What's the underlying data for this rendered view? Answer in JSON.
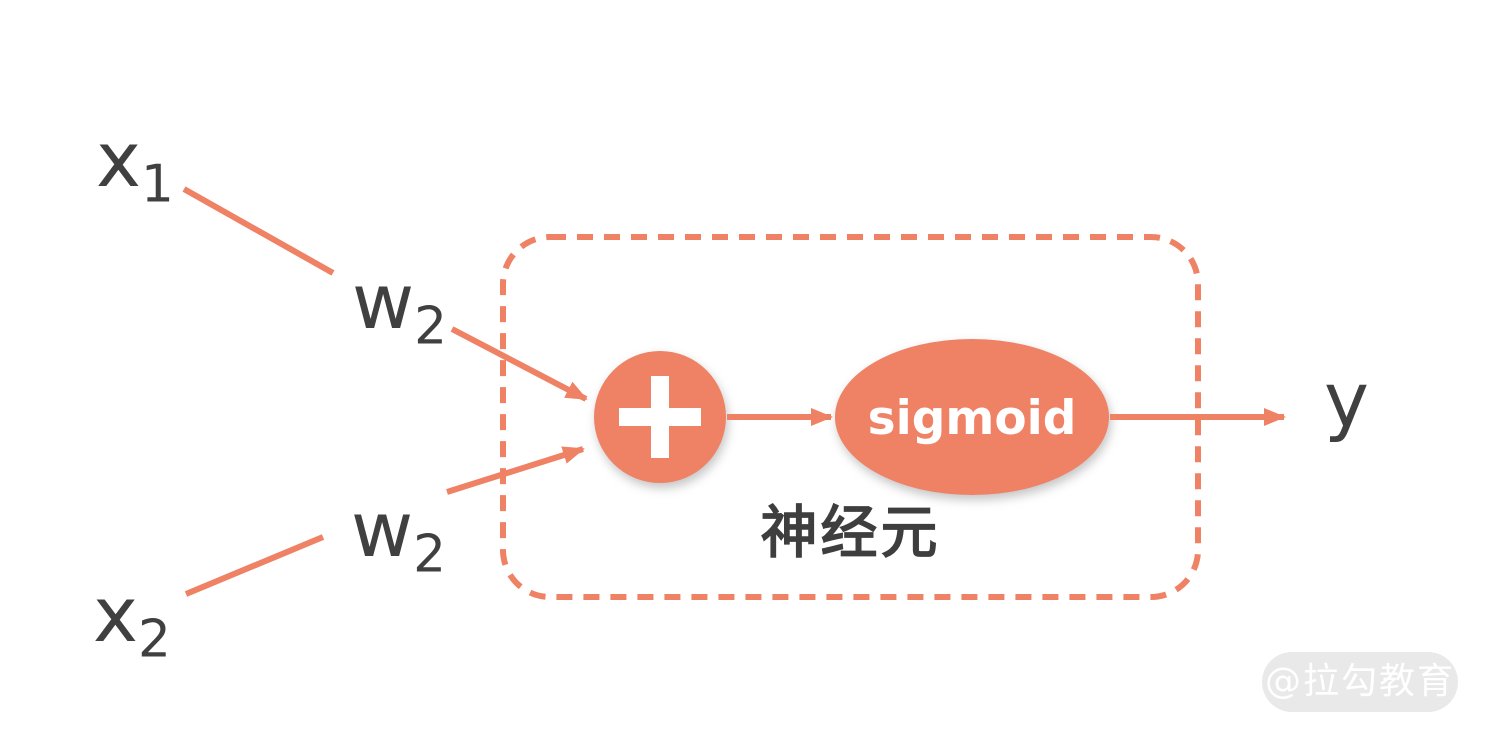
{
  "diagram": {
    "inputs": [
      {
        "base": "x",
        "sub": "1"
      },
      {
        "base": "x",
        "sub": "2"
      }
    ],
    "weights": [
      {
        "base": "w",
        "sub": "2"
      },
      {
        "base": "w",
        "sub": "2"
      }
    ],
    "sum_node_icon": "plus-icon",
    "activation_label": "sigmoid",
    "output_label": "y",
    "box_label": "神经元",
    "watermark": "@拉勾教育",
    "colors": {
      "accent": "#EF8164",
      "text": "#404040",
      "node_text": "#FFFFFF",
      "watermark_bg": "#E9E9E9",
      "watermark_text": "#FFFFFF"
    }
  }
}
